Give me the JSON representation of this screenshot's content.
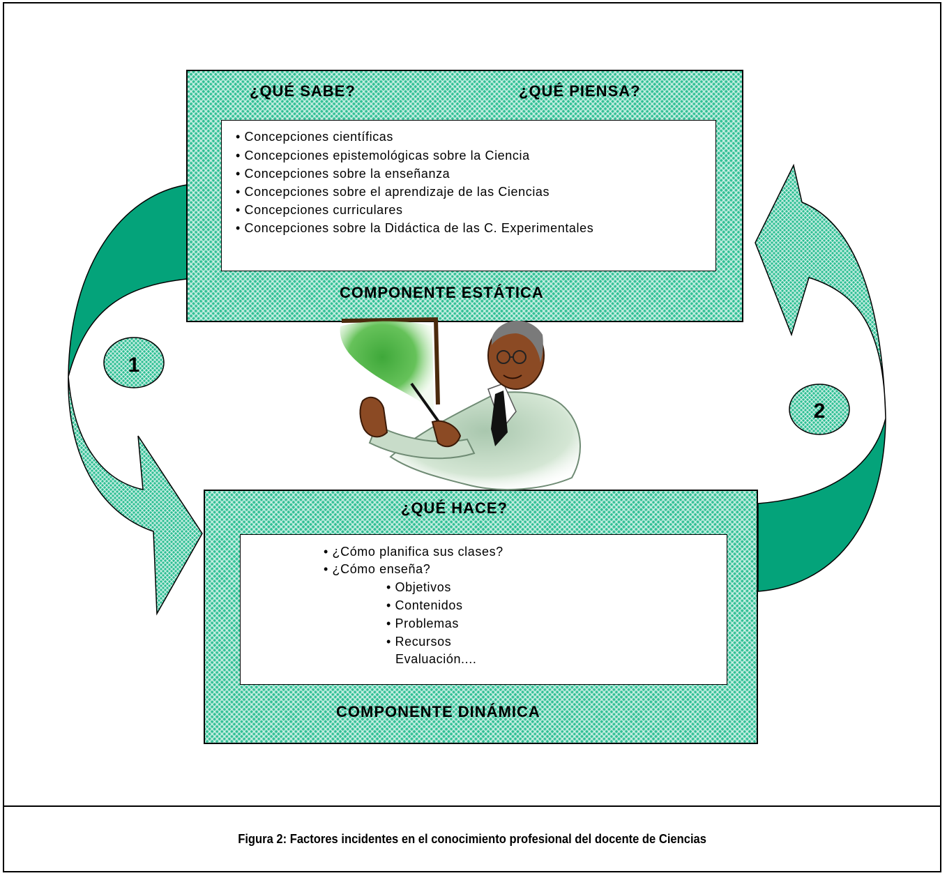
{
  "diagram": {
    "top_box": {
      "heading_left": "¿QUÉ SABE?",
      "heading_right": "¿QUÉ PIENSA?",
      "items": [
        "• Concepciones científicas",
        "• Concepciones epistemológicas sobre la Ciencia",
        "• Concepciones sobre la enseñanza",
        "• Concepciones sobre el aprendizaje de las Ciencias",
        "• Concepciones curriculares",
        "• Concepciones sobre la Didáctica de las C. Experimentales"
      ],
      "footer": "COMPONENTE ESTÁTICA"
    },
    "bottom_box": {
      "heading": "¿QUÉ HACE?",
      "items": [
        "• ¿Cómo planifica sus clases?",
        "• ¿Cómo enseña?"
      ],
      "sub_items": [
        "• Objetivos",
        "• Contenidos",
        "• Problemas",
        "• Recursos",
        "Evaluación...."
      ],
      "footer": "COMPONENTE DINÁMICA"
    },
    "arrow_left_label": "1",
    "arrow_right_label": "2",
    "colors": {
      "accent_green": "#2fbf94",
      "solid_green": "#04a37a",
      "board_green": "#58b84a"
    }
  },
  "caption": "Figura 2: Factores incidentes en el conocimiento profesional del docente de Ciencias"
}
